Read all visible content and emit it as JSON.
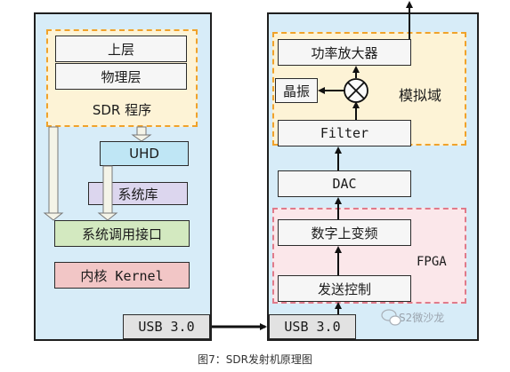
{
  "left": {
    "upper_layer": "上层",
    "physical_layer": "物理层",
    "sdr_program": "SDR 程序",
    "uhd": "UHD",
    "system_lib": "系统库",
    "syscall_interface": "系统调用接口",
    "kernel": "内核 Kernel",
    "usb": "USB 3.0"
  },
  "right": {
    "power_amp": "功率放大器",
    "crystal": "晶振",
    "analog_domain": "模拟域",
    "filter": "Filter",
    "dac": "DAC",
    "digital_upconvert": "数字上变频",
    "fpga": "FPGA",
    "send_control": "发送控制",
    "usb": "USB 3.0"
  },
  "watermark": "S2微沙龙",
  "caption": "图7：SDR发射机原理图",
  "colors": {
    "panel": "#d7ecf8",
    "sdr_box": "#fdf3d6",
    "uhd": "#bfe6f5",
    "system_lib": "#dcd6ee",
    "syscall": "#d3e9c0",
    "kernel": "#f2c6c6",
    "analog": "#fdf3d6",
    "fpga": "#fbe7ea"
  }
}
